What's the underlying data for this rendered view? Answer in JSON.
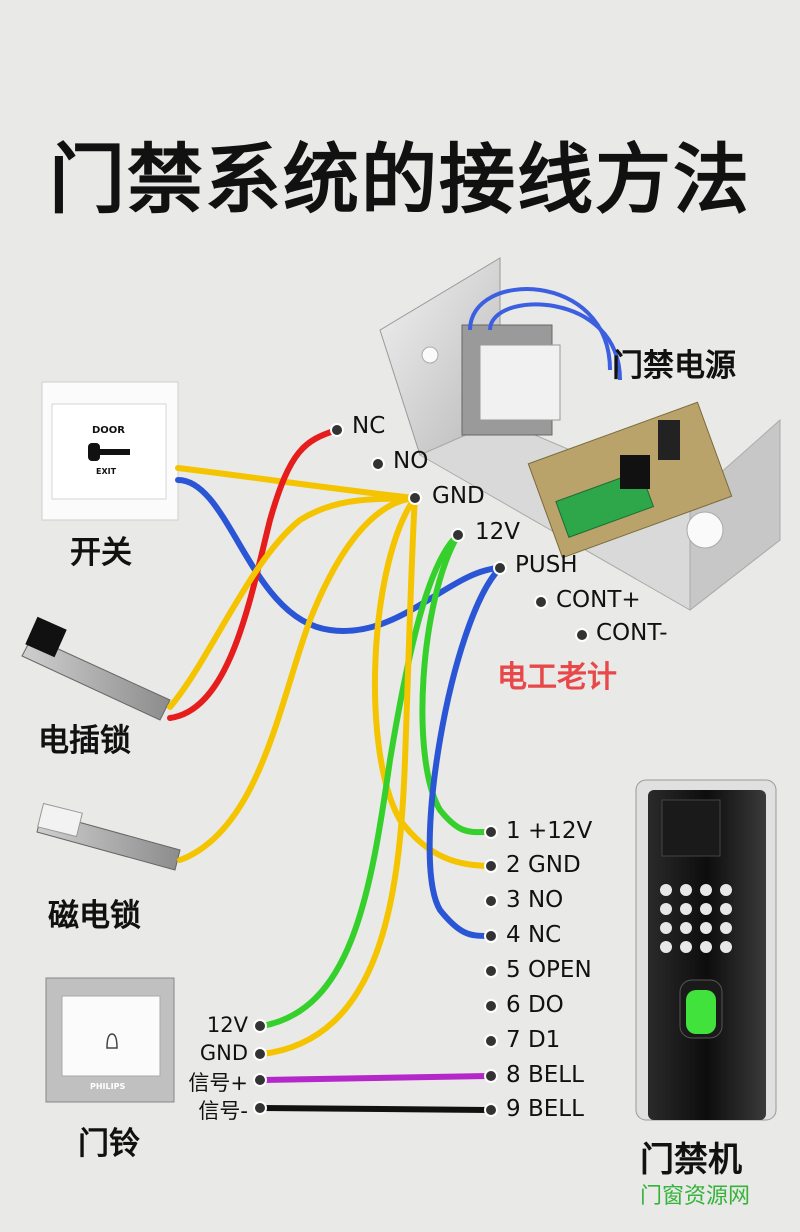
{
  "title": "门禁系统的接线方法",
  "components": {
    "power_supply": "门禁电源",
    "switch": "开关",
    "electric_bolt": "电插锁",
    "magnetic_lock": "磁电锁",
    "doorbell": "门铃",
    "access_controller": "门禁机"
  },
  "device_text": {
    "switch_top": "DOOR",
    "switch_bottom": "EXIT",
    "doorbell_brand": "PHILIPS"
  },
  "power_terminals": [
    "NC",
    "NO",
    "GND",
    "12V",
    "PUSH",
    "CONT+",
    "CONT-"
  ],
  "controller_pins": [
    "1 +12V",
    "2 GND",
    "3 NO",
    "4 NC",
    "5 OPEN",
    "6 DO",
    "7 D1",
    "8 BELL",
    "9 BELL"
  ],
  "doorbell_terminals": [
    "12V",
    "GND",
    "信号+",
    "信号-"
  ],
  "watermarks": {
    "author": "电工老计",
    "site": "门窗资源网"
  },
  "colors": {
    "red_wire": "#e51d1d",
    "yellow_wire": "#f5c400",
    "blue_wire": "#2a56d6",
    "green_wire": "#36d02c",
    "purple_wire": "#b427c8",
    "black_wire": "#111111"
  }
}
